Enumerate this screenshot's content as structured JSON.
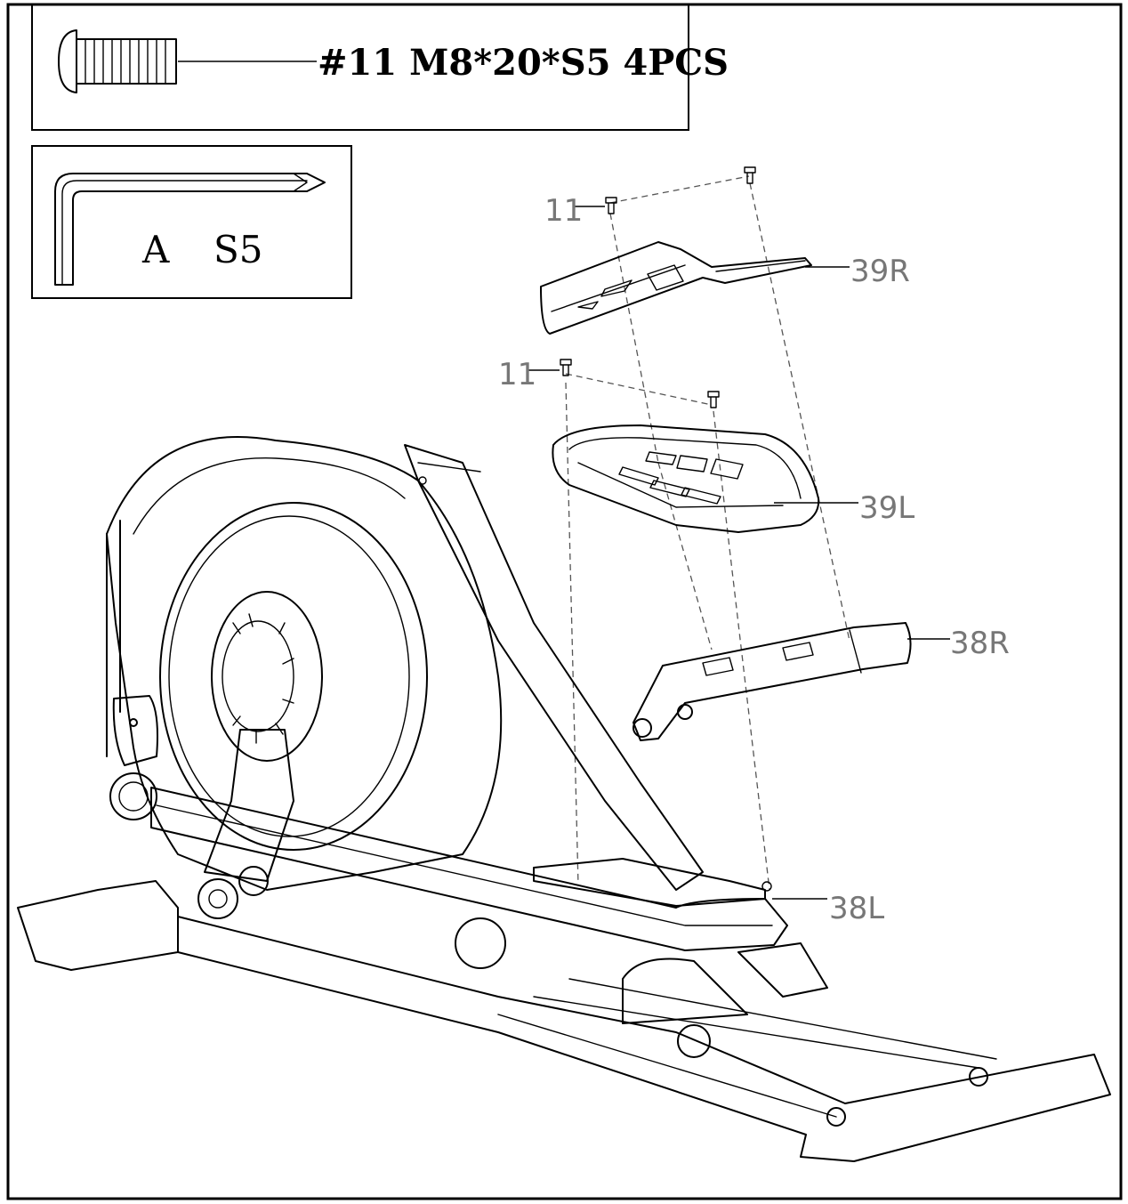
{
  "hardware_box": {
    "part_label": "#11 M8*20*S5 4PCS",
    "icon": "button-head-bolt-icon"
  },
  "tool_box": {
    "tool_letter": "A",
    "tool_size": "S5",
    "icon": "allen-key-icon"
  },
  "callouts": {
    "bolt_upper": "11",
    "pedal_right": "39R",
    "bolt_lower": "11",
    "pedal_left": "39L",
    "arm_right": "38R",
    "arm_left": "38L"
  }
}
